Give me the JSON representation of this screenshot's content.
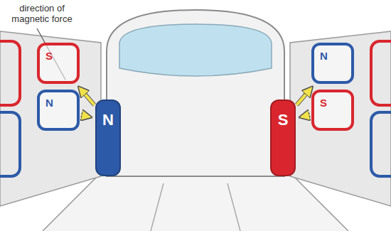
{
  "diagram": {
    "nodes": [
      {
        "text": [
          "S"
        ]
      },
      {
        "text": [
          "N"
        ]
      },
      {
        "text": [
          "N"
        ]
      },
      {
        "text": [
          "S"
        ]
      },
      {
        "text": [
          "N"
        ]
      },
      {
        "text": [
          "S"
        ]
      }
    ],
    "edges": [
      {
        "from": 2,
        "to": 0,
        "arrow": "to"
      },
      {
        "from": 1,
        "to": 2,
        "arrow": "to"
      },
      {
        "from": 3,
        "to": 4,
        "arrow": "to"
      },
      {
        "from": 5,
        "to": 3,
        "arrow": "to"
      }
    ],
    "labels": [
      "direction of magnetic force"
    ]
  }
}
